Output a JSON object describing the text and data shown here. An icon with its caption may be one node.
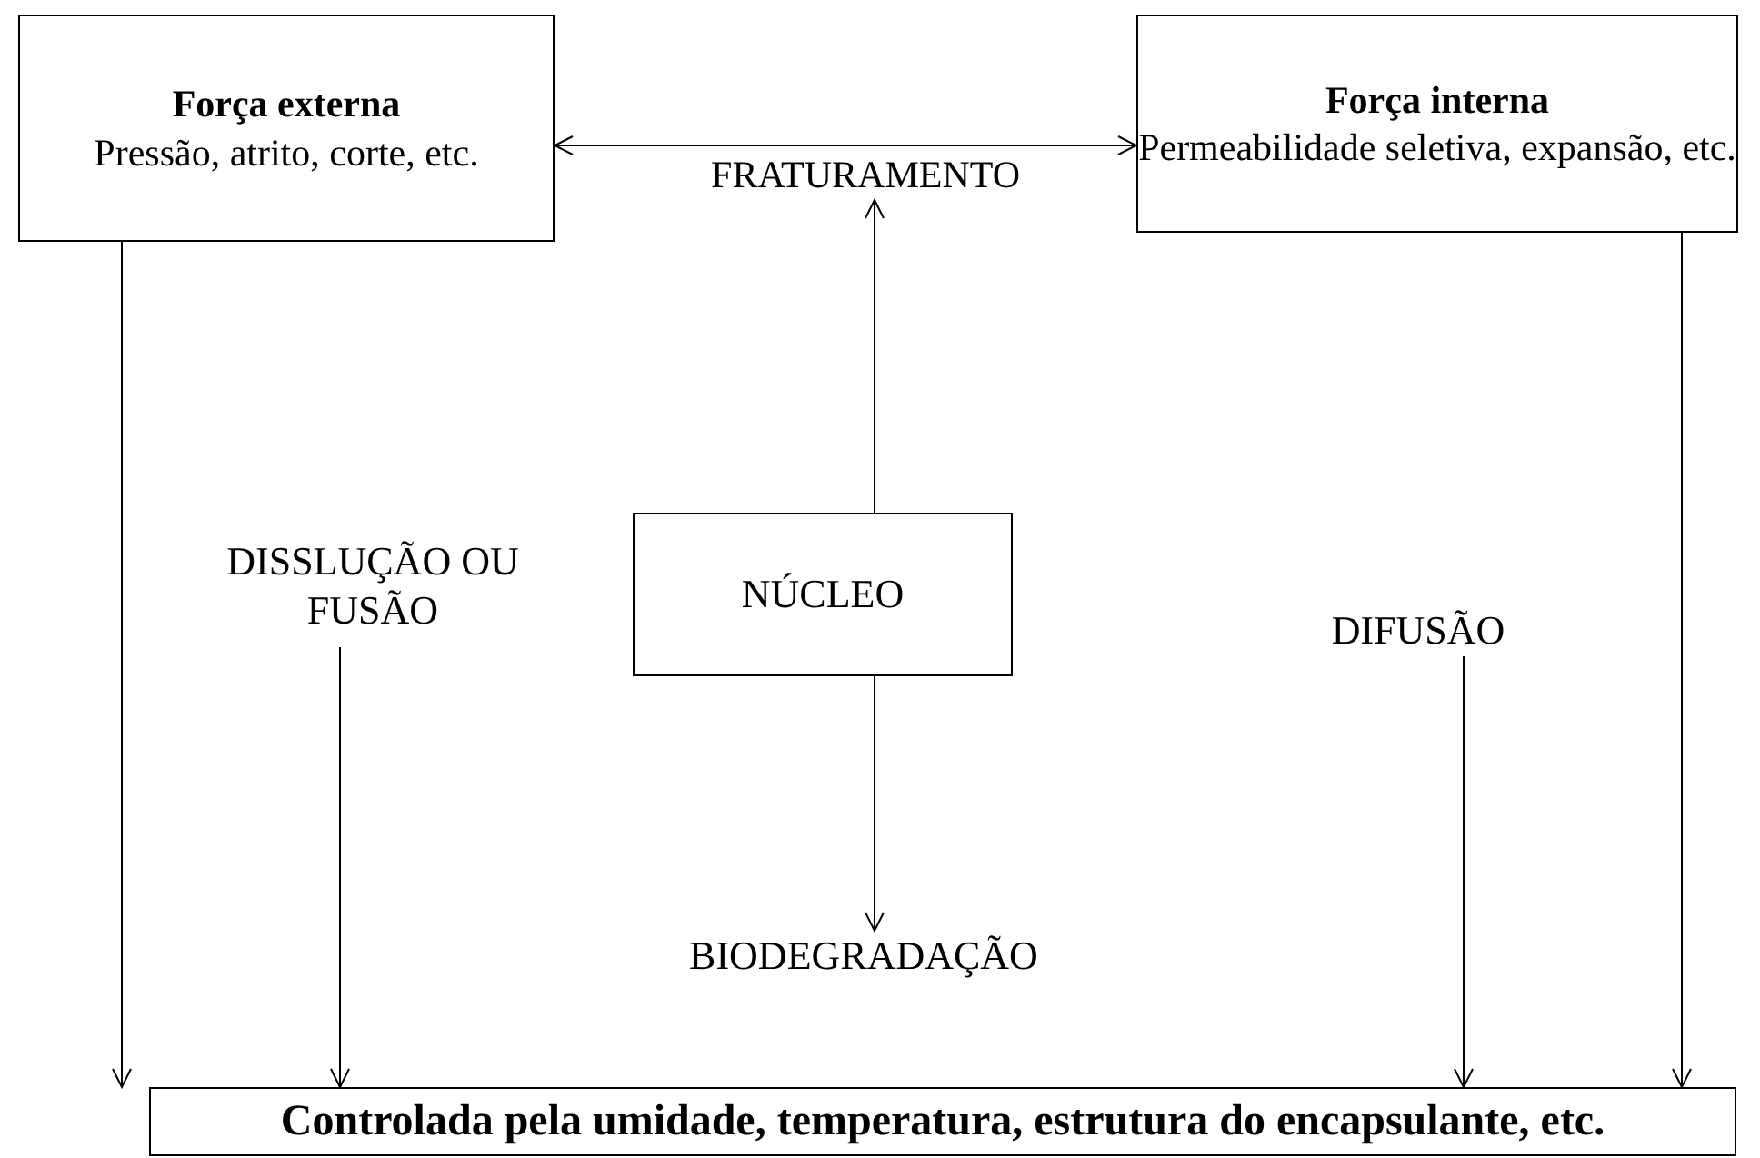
{
  "diagram": {
    "nodes": [
      {
        "text": [
          "Força externa",
          "Pressão, atrito, corte, etc."
        ]
      },
      {
        "text": [
          "Força interna",
          "Permeabilidade seletiva, expansão, etc."
        ]
      },
      {
        "text": [
          "FRATURAMENTO"
        ]
      },
      {
        "text": [
          "DISSLUÇÃO OU FUSÃO"
        ]
      },
      {
        "text": [
          "NÚCLEO"
        ]
      },
      {
        "text": [
          "DIFUSÃO"
        ]
      },
      {
        "text": [
          "BIODEGRADAÇÃO"
        ]
      },
      {
        "text": [
          "Controlada pela umidade, temperatura, estrutura do encapsulante, etc."
        ]
      }
    ],
    "edges": [
      {
        "from": 0,
        "to": 1,
        "arrow": "both"
      },
      {
        "from": 4,
        "to": 2,
        "arrow": "to"
      },
      {
        "from": 4,
        "to": 6,
        "arrow": "to"
      },
      {
        "from": 0,
        "to": 7,
        "arrow": "to"
      },
      {
        "from": 3,
        "to": 7,
        "arrow": "to"
      },
      {
        "from": 5,
        "to": 7,
        "arrow": "to"
      },
      {
        "from": 1,
        "to": 7,
        "arrow": "to"
      }
    ]
  }
}
